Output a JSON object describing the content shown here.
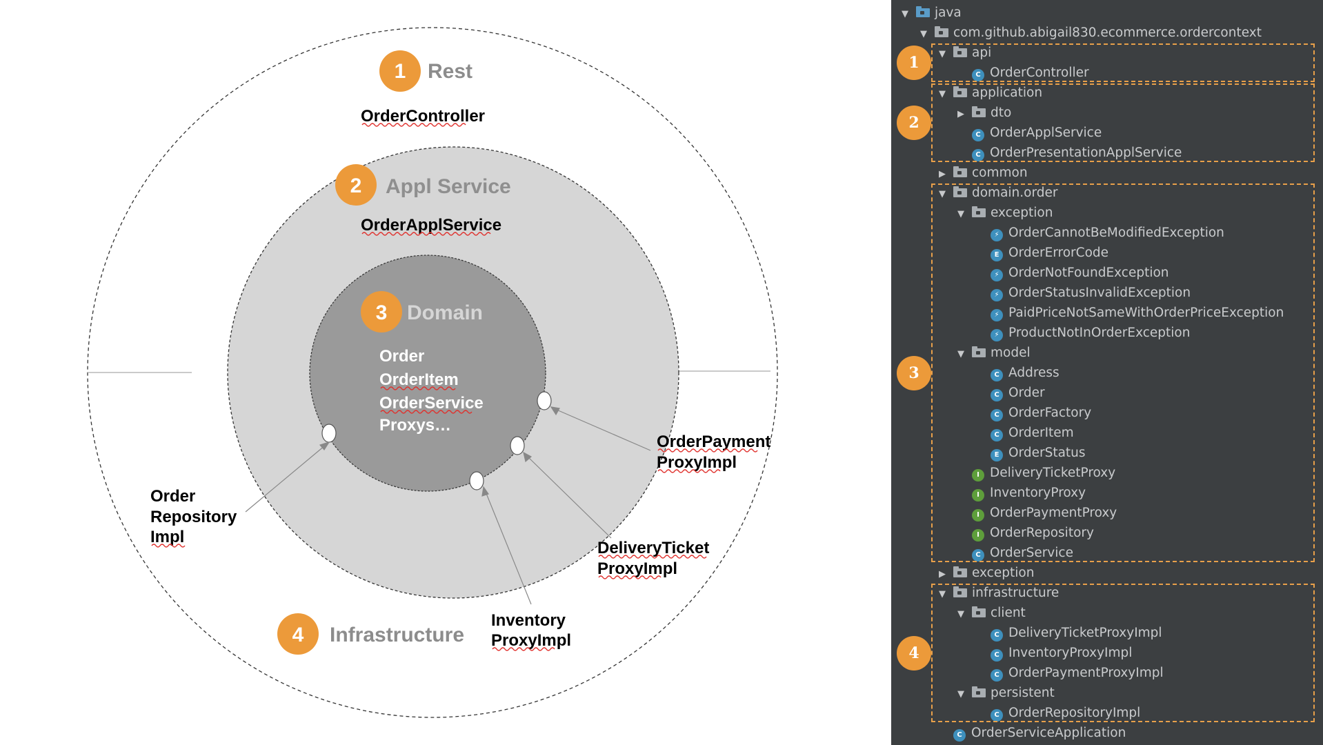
{
  "diagram": {
    "layers": [
      {
        "number": "1",
        "title": "Rest",
        "component": "OrderController"
      },
      {
        "number": "2",
        "title": "Appl Service",
        "component": "OrderApplService"
      },
      {
        "number": "3",
        "title": "Domain",
        "components": [
          "Order",
          "OrderItem",
          "OrderService",
          "Proxys…"
        ]
      },
      {
        "number": "4",
        "title": "Infrastructure"
      }
    ],
    "adapters": {
      "order_repository": [
        "Order",
        "Repository",
        "Impl"
      ],
      "inventory": [
        "Inventory",
        "ProxyImpl"
      ],
      "delivery_ticket": [
        "DeliveryTicket",
        "ProxyImpl"
      ],
      "order_payment": [
        "OrderPayment",
        "ProxyImpl"
      ]
    },
    "colors": {
      "accent": "#ec9a3a",
      "appl_ring": "#d6d6d6",
      "domain_ring": "#9a9a9a",
      "rest_title": "#8c8c8c",
      "appl_title": "#8f8f8f",
      "domain_title": "#d6d6d6",
      "infra_title": "#8c8c8c"
    }
  },
  "project_tree": {
    "background": "#3c3f41",
    "rows": [
      {
        "indent": 0,
        "arrow": "expanded",
        "icon": "folder-blue-icon",
        "label": "java"
      },
      {
        "indent": 1,
        "arrow": "expanded",
        "icon": "package-folder-icon",
        "label": "com.github.abigail830.ecommerce.ordercontext"
      },
      {
        "indent": 2,
        "arrow": "expanded",
        "icon": "package-folder-icon",
        "label": "api"
      },
      {
        "indent": 3,
        "arrow": "none",
        "icon": "class-icon",
        "icon_letter": "C",
        "label": "OrderController"
      },
      {
        "indent": 2,
        "arrow": "expanded",
        "icon": "package-folder-icon",
        "label": "application"
      },
      {
        "indent": 3,
        "arrow": "collapsed",
        "icon": "package-folder-icon",
        "label": "dto"
      },
      {
        "indent": 3,
        "arrow": "none",
        "icon": "class-icon",
        "icon_letter": "C",
        "label": "OrderApplService"
      },
      {
        "indent": 3,
        "arrow": "none",
        "icon": "class-icon",
        "icon_letter": "C",
        "label": "OrderPresentationApplService"
      },
      {
        "indent": 2,
        "arrow": "collapsed",
        "icon": "package-folder-icon",
        "label": "common"
      },
      {
        "indent": 2,
        "arrow": "expanded",
        "icon": "package-folder-icon",
        "label": "domain.order"
      },
      {
        "indent": 3,
        "arrow": "expanded",
        "icon": "package-folder-icon",
        "label": "exception"
      },
      {
        "indent": 4,
        "arrow": "none",
        "icon": "exception-class-icon",
        "icon_letter": "⚡",
        "label": "OrderCannotBeModifiedException"
      },
      {
        "indent": 4,
        "arrow": "none",
        "icon": "enum-icon",
        "icon_letter": "E",
        "label": "OrderErrorCode"
      },
      {
        "indent": 4,
        "arrow": "none",
        "icon": "exception-class-icon",
        "icon_letter": "⚡",
        "label": "OrderNotFoundException"
      },
      {
        "indent": 4,
        "arrow": "none",
        "icon": "exception-class-icon",
        "icon_letter": "⚡",
        "label": "OrderStatusInvalidException"
      },
      {
        "indent": 4,
        "arrow": "none",
        "icon": "exception-class-icon",
        "icon_letter": "⚡",
        "label": "PaidPriceNotSameWithOrderPriceException"
      },
      {
        "indent": 4,
        "arrow": "none",
        "icon": "exception-class-icon",
        "icon_letter": "⚡",
        "label": "ProductNotInOrderException"
      },
      {
        "indent": 3,
        "arrow": "expanded",
        "icon": "package-folder-icon",
        "label": "model"
      },
      {
        "indent": 4,
        "arrow": "none",
        "icon": "class-icon",
        "icon_letter": "C",
        "label": "Address"
      },
      {
        "indent": 4,
        "arrow": "none",
        "icon": "class-icon",
        "icon_letter": "C",
        "label": "Order"
      },
      {
        "indent": 4,
        "arrow": "none",
        "icon": "class-icon",
        "icon_letter": "C",
        "label": "OrderFactory"
      },
      {
        "indent": 4,
        "arrow": "none",
        "icon": "class-icon",
        "icon_letter": "C",
        "label": "OrderItem"
      },
      {
        "indent": 4,
        "arrow": "none",
        "icon": "enum-icon",
        "icon_letter": "E",
        "label": "OrderStatus"
      },
      {
        "indent": 3,
        "arrow": "none",
        "icon": "interface-icon",
        "icon_letter": "I",
        "label": "DeliveryTicketProxy"
      },
      {
        "indent": 3,
        "arrow": "none",
        "icon": "interface-icon",
        "icon_letter": "I",
        "label": "InventoryProxy"
      },
      {
        "indent": 3,
        "arrow": "none",
        "icon": "interface-icon",
        "icon_letter": "I",
        "label": "OrderPaymentProxy"
      },
      {
        "indent": 3,
        "arrow": "none",
        "icon": "interface-icon",
        "icon_letter": "I",
        "label": "OrderRepository"
      },
      {
        "indent": 3,
        "arrow": "none",
        "icon": "class-icon",
        "icon_letter": "C",
        "label": "OrderService"
      },
      {
        "indent": 2,
        "arrow": "collapsed",
        "icon": "package-folder-icon",
        "label": "exception"
      },
      {
        "indent": 2,
        "arrow": "expanded",
        "icon": "package-folder-icon",
        "label": "infrastructure"
      },
      {
        "indent": 3,
        "arrow": "expanded",
        "icon": "package-folder-icon",
        "label": "client"
      },
      {
        "indent": 4,
        "arrow": "none",
        "icon": "class-icon",
        "icon_letter": "C",
        "label": "DeliveryTicketProxyImpl"
      },
      {
        "indent": 4,
        "arrow": "none",
        "icon": "class-icon",
        "icon_letter": "C",
        "label": "InventoryProxyImpl"
      },
      {
        "indent": 4,
        "arrow": "none",
        "icon": "class-icon",
        "icon_letter": "C",
        "label": "OrderPaymentProxyImpl"
      },
      {
        "indent": 3,
        "arrow": "expanded",
        "icon": "package-folder-icon",
        "label": "persistent"
      },
      {
        "indent": 4,
        "arrow": "none",
        "icon": "class-icon",
        "icon_letter": "C",
        "label": "OrderRepositoryImpl"
      },
      {
        "indent": 2,
        "arrow": "none",
        "icon": "app-class-icon",
        "icon_letter": "C",
        "label": "OrderServiceApplication"
      }
    ],
    "groups": [
      {
        "badge": "1",
        "first_row": 2,
        "last_row": 3
      },
      {
        "badge": "2",
        "first_row": 4,
        "last_row": 7
      },
      {
        "badge": "3",
        "first_row": 9,
        "last_row": 27
      },
      {
        "badge": "4",
        "first_row": 29,
        "last_row": 35
      }
    ]
  }
}
